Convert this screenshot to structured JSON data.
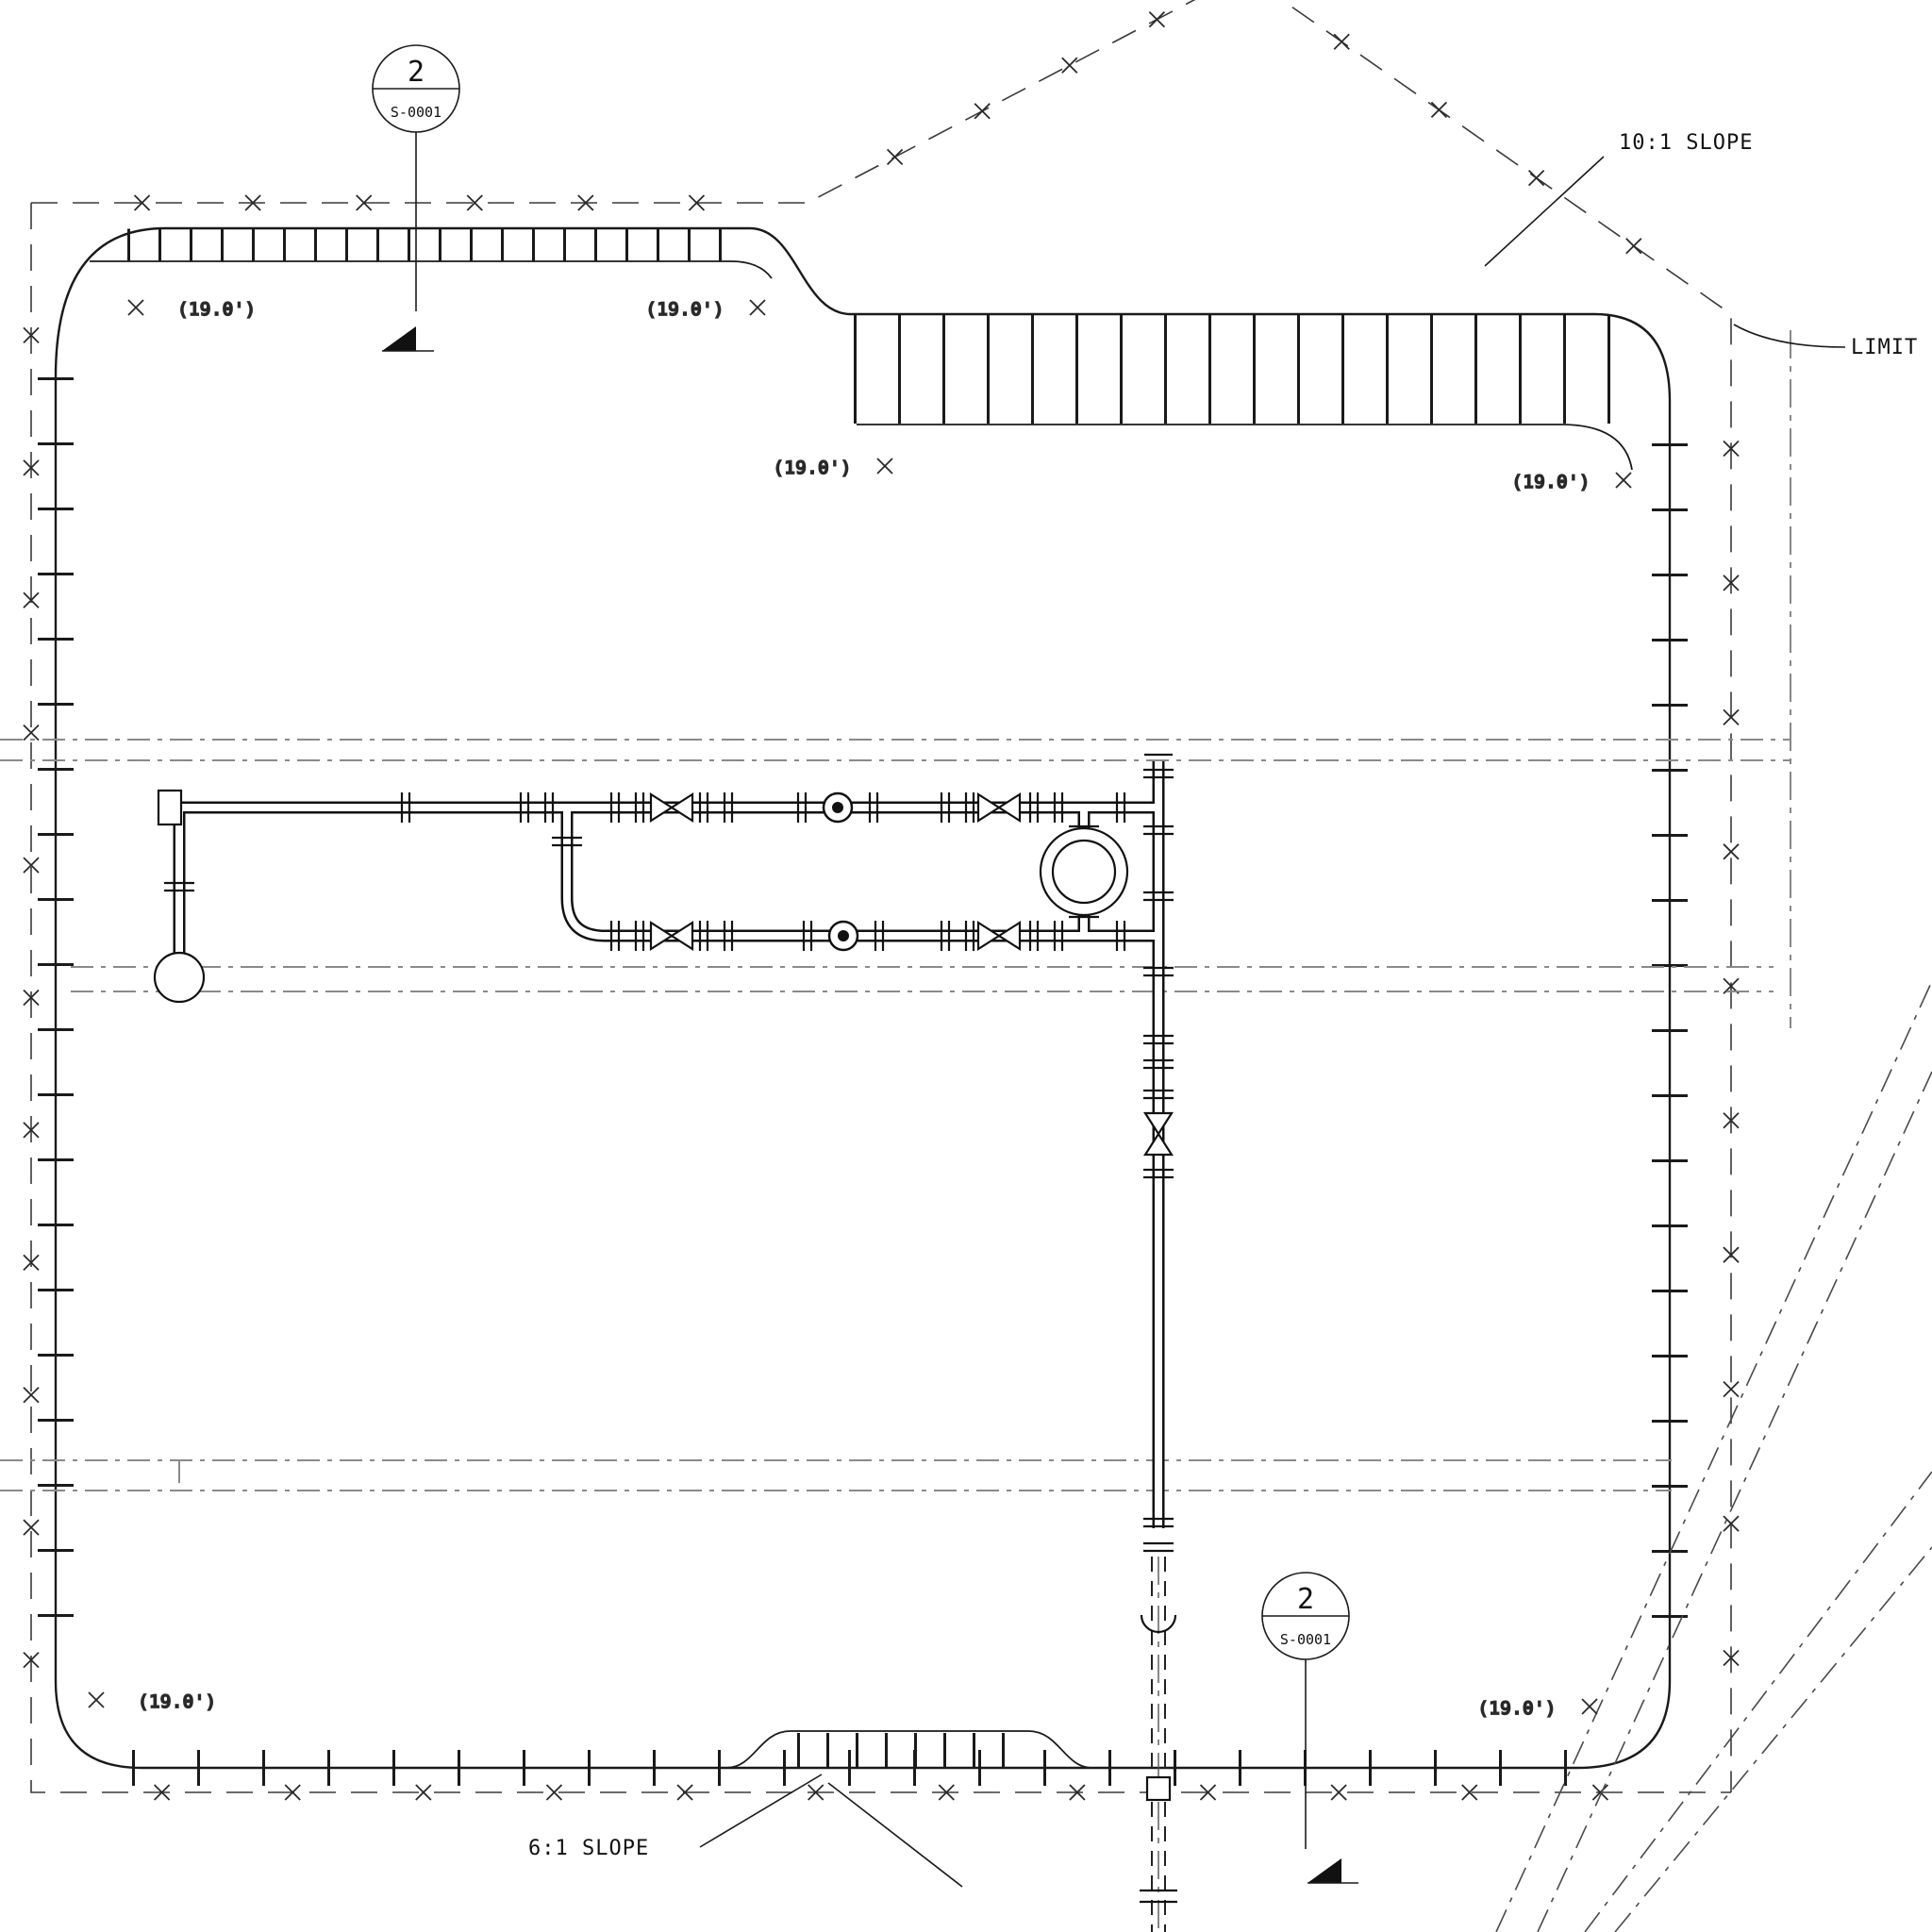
{
  "drawing": {
    "type": "piping-plot-plan",
    "background_color": "#ffffff",
    "line_color": "#1a1a1a",
    "corridor_color": "#8a8a8a"
  },
  "labels": {
    "slope_top": "10:1 SLOPE",
    "slope_bottom": "6:1 SLOPE",
    "limit": "LIMIT",
    "elevation": "(19.0')"
  },
  "callouts": {
    "top": {
      "number": "2",
      "sheet": "S-0001"
    },
    "bottom": {
      "number": "2",
      "sheet": "S-0001"
    }
  },
  "elevation_marker_count": 6
}
